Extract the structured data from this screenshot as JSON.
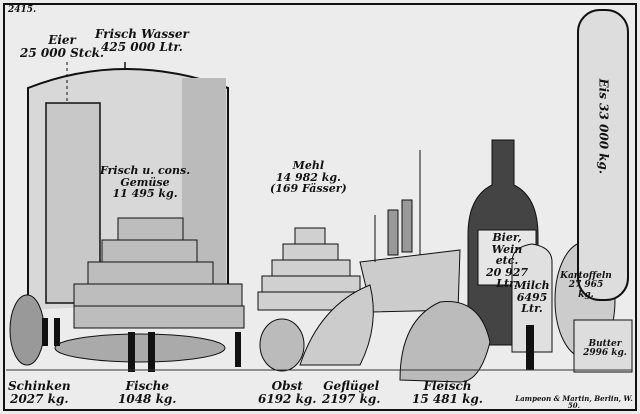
{
  "plate_number": "2415.",
  "labels": {
    "eier": {
      "name": "Eier",
      "amount": "25 000 Stck."
    },
    "wasser": {
      "name": "Frisch Wasser",
      "amount": "425 000 Ltr."
    },
    "gemuese": {
      "name": "Frisch u. cons.",
      "name2": "Gemüse",
      "amount": "11 495 kg."
    },
    "mehl": {
      "name": "Mehl",
      "amount": "14 982 kg.",
      "note": "(169 Fässer)"
    },
    "bier": {
      "name": "Bier, Wein",
      "name2": "etc.",
      "amount": "20 927",
      "unit": "Ltr."
    },
    "milch": {
      "name": "Milch",
      "amount": "6495",
      "unit": "Ltr."
    },
    "kartoffeln": {
      "name": "Kartoffeln",
      "amount": "27 965",
      "unit": "kg."
    },
    "butter": {
      "name": "Butter",
      "amount": "2996 kg."
    },
    "eis": {
      "name": "Eis 33 000 kg."
    },
    "schinken": {
      "name": "Schinken",
      "amount": "2027 kg."
    },
    "fische": {
      "name": "Fische",
      "amount": "1048 kg."
    },
    "obst": {
      "name": "Obst",
      "amount": "6192 kg."
    },
    "gefluegel": {
      "name": "Geflügel",
      "amount": "2197 kg."
    },
    "fleisch": {
      "name": "Fleisch",
      "amount": "15 481 kg."
    }
  },
  "credit": "Lampeon & Martin, Berlin, W. 50."
}
